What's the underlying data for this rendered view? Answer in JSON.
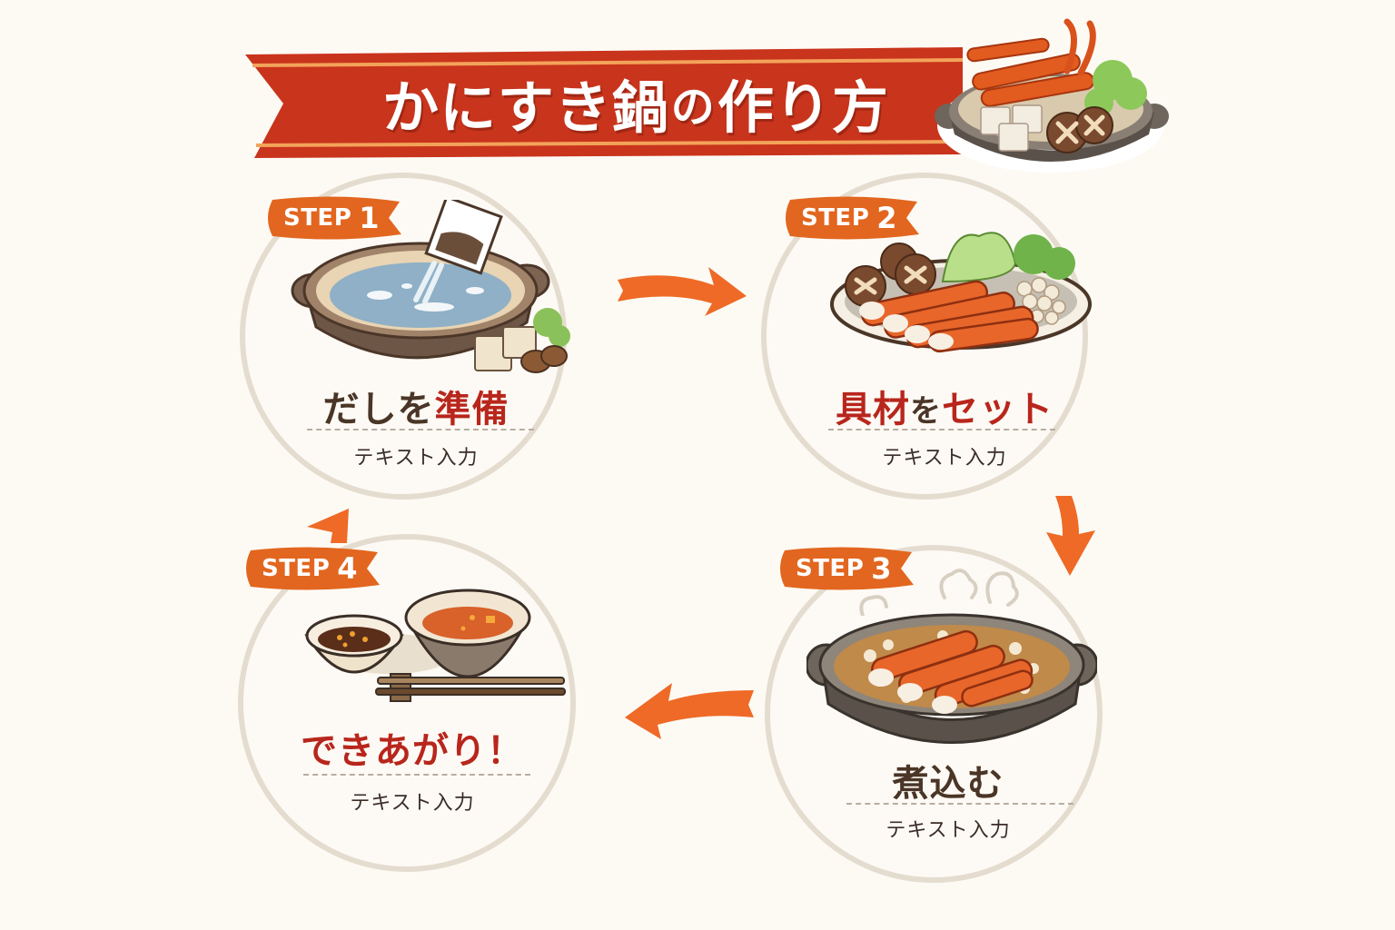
{
  "title": {
    "part1": "かにすき鍋",
    "particle": "の",
    "part2": "作り方",
    "banner_color": "#c9341c",
    "banner_stripe_color": "#f3a35a"
  },
  "steps": [
    {
      "tag": "STEP",
      "number": "1",
      "title_plain": "だしを",
      "title_accent": "準備",
      "description": "テキスト入力",
      "illustration": "donabe-pot-with-dashi-broth-icon"
    },
    {
      "tag": "STEP",
      "number": "2",
      "title_accent": "具材",
      "title_plain": "を",
      "title_accent2": "セット",
      "description": "テキスト入力",
      "illustration": "platter-of-crab-legs-vegetables-icon"
    },
    {
      "tag": "STEP",
      "number": "3",
      "title_plain": "煮込む",
      "description": "テキスト入力",
      "illustration": "simmering-hot-pot-icon"
    },
    {
      "tag": "STEP",
      "number": "4",
      "title_accent": "できあがり！",
      "description": "テキスト入力",
      "illustration": "dipping-bowls-chopsticks-icon"
    }
  ],
  "colors": {
    "background": "#fdfaf4",
    "step_tag": "#e2661f",
    "arrow": "#ee6a26",
    "title_red": "#b8261c",
    "title_brown": "#4a3526",
    "circle_border": "#e4dccf"
  }
}
